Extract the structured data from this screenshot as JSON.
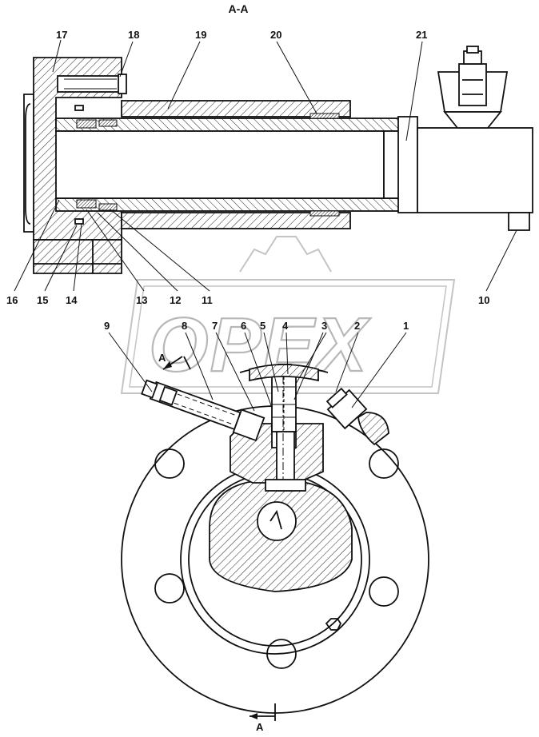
{
  "section_title": "A-A",
  "view_marker": "A",
  "view_arrow_label": "A",
  "watermark": "OPEX",
  "callouts": {
    "c1": "1",
    "c2": "2",
    "c3": "3",
    "c4": "4",
    "c5": "5",
    "c6": "6",
    "c7": "7",
    "c8": "8",
    "c9": "9",
    "c10": "10",
    "c11": "11",
    "c12": "12",
    "c13": "13",
    "c14": "14",
    "c15": "15",
    "c16": "16",
    "c17": "17",
    "c18": "18",
    "c19": "19",
    "c20": "20",
    "c21": "21"
  }
}
